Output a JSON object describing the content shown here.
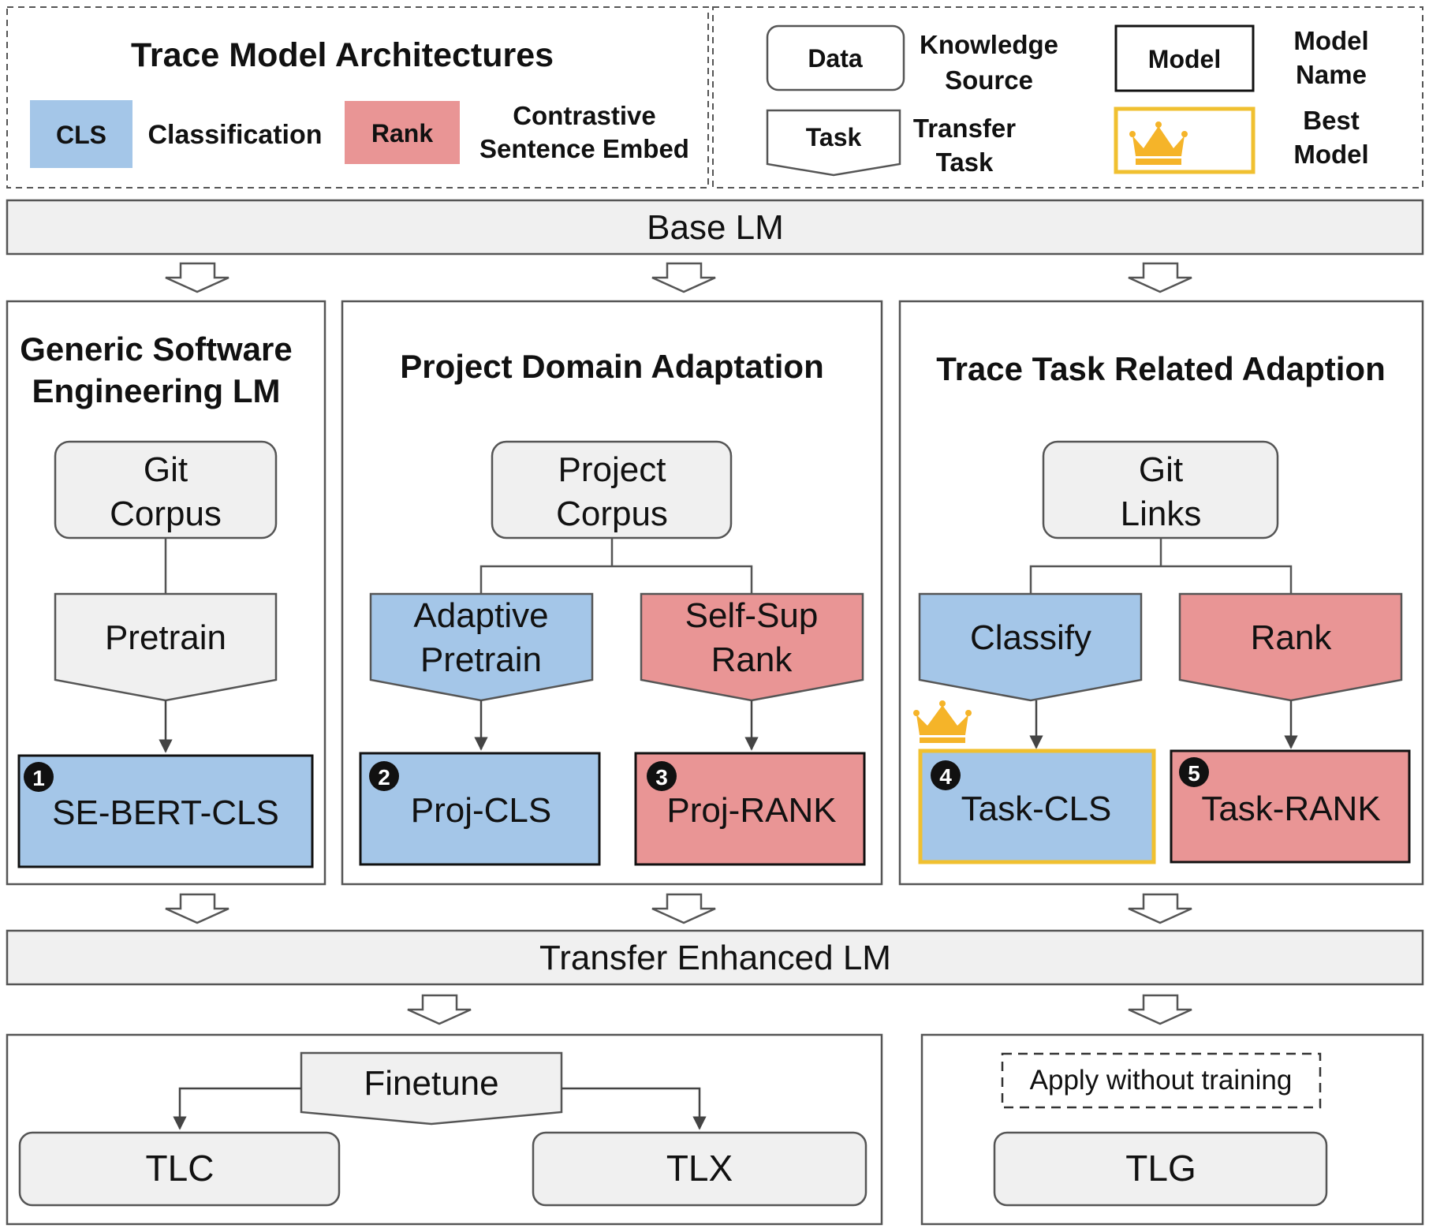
{
  "colors": {
    "cls_blue": "#a4c6e8",
    "rank_red": "#e99595",
    "gray_fill": "#f0f0f0",
    "best_gold": "#f0c030",
    "crown": "#f5b429",
    "stroke": "#333333"
  },
  "legend": {
    "title": "Trace Model Architectures",
    "cls_tag": "CLS",
    "cls_desc": "Classification",
    "rank_tag": "Rank",
    "rank_desc_line1": "Contrastive",
    "rank_desc_line2": "Sentence Embed",
    "data_shape": "Data",
    "data_desc_line1": "Knowledge",
    "data_desc_line2": "Source",
    "task_shape": "Task",
    "task_desc_line1": "Transfer",
    "task_desc_line2": "Task",
    "model_shape": "Model",
    "model_desc_line1": "Model",
    "model_desc_line2": "Name",
    "best_icon": "crown-icon",
    "best_desc_line1": "Best",
    "best_desc_line2": "Model"
  },
  "base_lm": "Base LM",
  "panels": {
    "generic": {
      "title_line1": "Generic Software",
      "title_line2": "Engineering LM",
      "data_line1": "Git",
      "data_line2": "Corpus",
      "task": "Pretrain",
      "model_number": "1",
      "model": "SE-BERT-CLS"
    },
    "project": {
      "title": "Project Domain Adaptation",
      "data_line1": "Project",
      "data_line2": "Corpus",
      "task_a_line1": "Adaptive",
      "task_a_line2": "Pretrain",
      "task_b_line1": "Self-Sup",
      "task_b_line2": "Rank",
      "model_a_number": "2",
      "model_a": "Proj-CLS",
      "model_b_number": "3",
      "model_b": "Proj-RANK"
    },
    "trace": {
      "title": "Trace Task Related Adaption",
      "data_line1": "Git",
      "data_line2": "Links",
      "task_a": "Classify",
      "task_b": "Rank",
      "model_a_number": "4",
      "model_a": "Task-CLS",
      "model_b_number": "5",
      "model_b": "Task-RANK",
      "best_icon": "crown-icon"
    }
  },
  "transfer_lm": "Transfer Enhanced LM",
  "bottom": {
    "finetune": "Finetune",
    "tlc": "TLC",
    "tlx": "TLX",
    "apply_note": "Apply without training",
    "tlg": "TLG"
  }
}
